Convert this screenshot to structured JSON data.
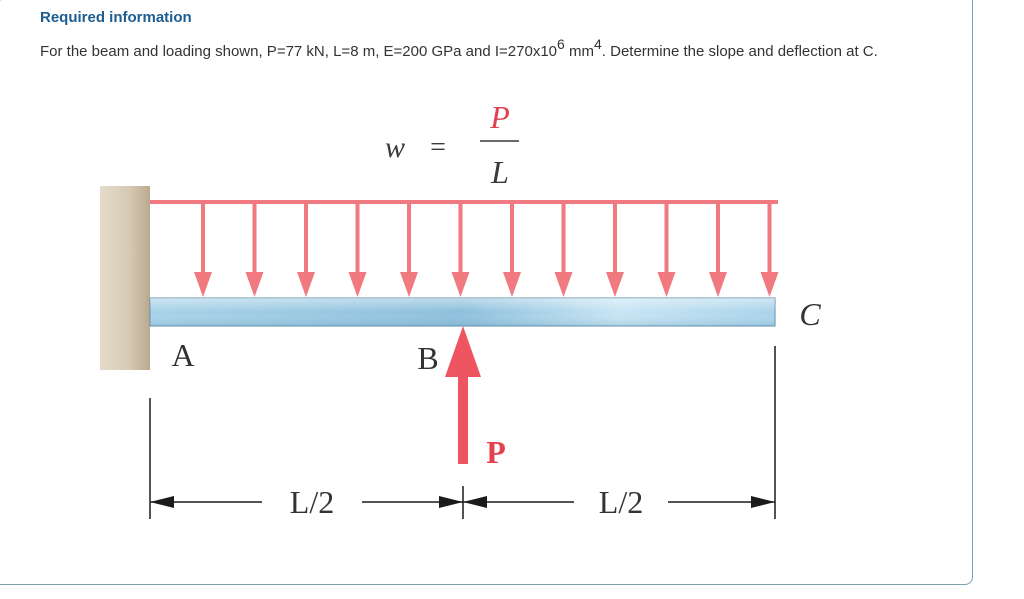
{
  "heading": "Required information",
  "problem": {
    "before_sup1": "For the beam and loading shown, P=77 kN, L=8 m, E=200 GPa and I=270x10",
    "sup1": "6",
    "mid": " mm",
    "sup2": "4",
    "after": ". Determine the slope and deflection at C."
  },
  "figure": {
    "load_w": "w",
    "load_eq": "=",
    "load_num": "P",
    "load_den": "L",
    "point_A": "A",
    "point_B": "B",
    "point_C": "C",
    "force_P": "P",
    "dim_left": "L/2",
    "dim_right": "L/2",
    "colors": {
      "load": "#f07a80",
      "force": "#ee5560",
      "beam_light": "#d6ecf7",
      "beam_dark": "#8fc0db",
      "wall": "#d8cdb8",
      "dim_line": "#1a1a1a"
    }
  }
}
